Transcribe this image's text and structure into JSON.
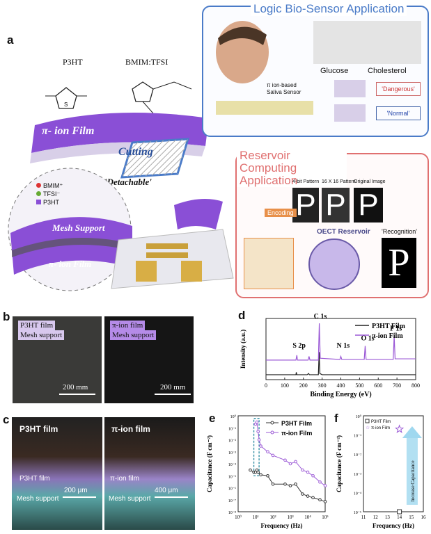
{
  "colors": {
    "purple": "#8a4fd6",
    "blue_box": "#4a7bc8",
    "red_box": "#e07070",
    "light_purple": "#b58be8"
  },
  "panel_a": {
    "letter": "a",
    "p3ht": "P3HT",
    "bmim": "BMIM:TFSI",
    "pi_ion_film": "π- ion Film",
    "cutting": "Cutting",
    "detachable": "'Detachable'",
    "mesh_support": "Mesh Support",
    "pi_ion_film2": "π- ion Film",
    "legend": [
      "BMIM⁺",
      "TFSI⁻",
      "P3HT"
    ],
    "logic_title": "Logic Bio-Sensor Application",
    "glucose": "Glucose",
    "cholesterol": "Cholesterol",
    "saliva_sensor": "π ion-based Saliva Sensor",
    "dangerous": "'Dangerous'",
    "normal": "'Normal'",
    "reservoir_title": "Reservoir Computing Application",
    "pattern_4bit": "4-bit Pattern",
    "pattern_16": "16 X 16 Pattern",
    "original_image": "Original Image",
    "encoding": "Encoding",
    "oect_reservoir": "OECT Reservoir",
    "recognition": "'Recognition'",
    "letter_P": "P"
  },
  "panel_b": {
    "letter": "b",
    "left_label": "P3HT film",
    "left_label2": "Mesh support",
    "right_label": "π-ion film",
    "right_label2": "Mesh support",
    "scale_left": "200 mm",
    "scale_right": "200 mm"
  },
  "panel_c": {
    "letter": "c",
    "left_title": "P3HT film",
    "right_title": "π-ion film",
    "left_layer1": "P3HT film",
    "left_layer2": "Mesh support",
    "right_layer1": "π-ion film",
    "right_layer2": "Mesh support",
    "scale_left": "200 μm",
    "scale_right": "400 μm"
  },
  "chart_data": [
    {
      "panel": "d",
      "type": "line",
      "xlabel": "Binding Energy (eV)",
      "ylabel": "Intensity (a.u.)",
      "xlim": [
        0,
        800
      ],
      "xticks": [
        "0",
        "100",
        "200",
        "300",
        "400",
        "500",
        "600",
        "700",
        "800"
      ],
      "legend_position": "top-right",
      "series": [
        {
          "name": "P3HT Film",
          "color": "#222222",
          "x": [
            0,
            160,
            162,
            165,
            220,
            228,
            232,
            280,
            284,
            288,
            300,
            400,
            520,
            680,
            800
          ],
          "y": [
            0.08,
            0.08,
            0.12,
            0.08,
            0.08,
            0.1,
            0.08,
            0.08,
            0.45,
            0.1,
            0.08,
            0.08,
            0.08,
            0.08,
            0.08
          ]
        },
        {
          "name": "π-ion Film",
          "color": "#9b59d6",
          "x": [
            0,
            160,
            165,
            168,
            225,
            230,
            235,
            280,
            285,
            290,
            395,
            400,
            405,
            525,
            530,
            535,
            680,
            685,
            690,
            800
          ],
          "y": [
            0.32,
            0.32,
            0.4,
            0.32,
            0.32,
            0.38,
            0.32,
            0.32,
            0.92,
            0.35,
            0.33,
            0.38,
            0.33,
            0.33,
            0.55,
            0.33,
            0.33,
            0.72,
            0.34,
            0.34
          ]
        }
      ],
      "annotations": [
        "S 2p",
        "C 1s",
        "N 1s",
        "O 1s",
        "F 1s"
      ]
    },
    {
      "panel": "e",
      "type": "line",
      "xlabel": "Frequency (Hz)",
      "ylabel": "Capacitance (F cm⁻²)",
      "xscale": "log",
      "yscale": "log",
      "xticks": [
        "10⁰",
        "10¹",
        "10²",
        "10³",
        "10⁴",
        "10⁵"
      ],
      "yticks": [
        "10⁰",
        "10⁻¹",
        "10⁻²",
        "10⁻³",
        "10⁻⁴",
        "10⁻⁵",
        "10⁻⁶",
        "10⁻⁷",
        "10⁻⁸"
      ],
      "legend_position": "top-right",
      "series": [
        {
          "name": "P3HT Film",
          "color": "#333333",
          "x": [
            5,
            8,
            10,
            12,
            14,
            20,
            50,
            100,
            500,
            1000,
            2000,
            5000,
            10000,
            20000,
            50000,
            100000
          ],
          "y": [
            3e-05,
            2e-05,
            2e-05,
            3e-05,
            2e-05,
            1.2e-05,
            1e-05,
            2e-06,
            2e-06,
            1.5e-06,
            2e-06,
            3e-07,
            2e-07,
            1.5e-07,
            1e-07,
            7e-08
          ]
        },
        {
          "name": "π-ion Film",
          "color": "#9b59d6",
          "x": [
            10,
            12,
            14,
            16,
            20,
            50,
            100,
            500,
            1000,
            2000,
            5000,
            10000,
            20000,
            50000,
            100000
          ],
          "y": [
            0.2,
            0.3,
            0.05,
            0.01,
            0.003,
            0.001,
            0.0005,
            0.0002,
            0.0001,
            0.00015,
            3e-05,
            2e-05,
            1e-05,
            3e-06,
            1.5e-06
          ]
        }
      ]
    },
    {
      "panel": "f",
      "type": "scatter",
      "xlabel": "Frequency (Hz)",
      "ylabel": "Capacitance (F cm⁻²)",
      "xlim": [
        11,
        16
      ],
      "xticks": [
        "11",
        "12",
        "13",
        "14",
        "15",
        "16"
      ],
      "yticks": [
        "10⁰",
        "10⁻¹",
        "10⁻²",
        "10⁻³",
        "10⁻⁴",
        "10⁻⁵"
      ],
      "annotation": "Increase Capacitance",
      "series": [
        {
          "name": "P3HT Film",
          "color": "#333333",
          "x": [
            14
          ],
          "y": [
            1e-05
          ]
        },
        {
          "name": "π-ion Film",
          "color": "#9b59d6",
          "x": [
            14
          ],
          "y": [
            0.2
          ]
        }
      ]
    }
  ],
  "panel_letters": {
    "d": "d",
    "e": "e",
    "f": "f"
  }
}
